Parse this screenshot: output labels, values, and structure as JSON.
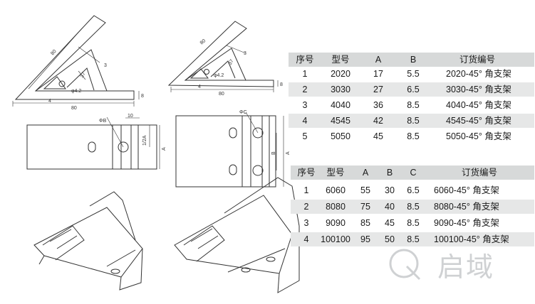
{
  "drawing1": {
    "dims": [
      "80",
      "3",
      "φ4.2",
      "8",
      "80",
      "4",
      "37"
    ]
  },
  "drawing2": {
    "dims": [
      "80",
      "3",
      "φ4.2",
      "8",
      "80",
      "4",
      "37"
    ]
  },
  "drawing3": {
    "dims": [
      "ΦB",
      "10",
      "1/2A",
      "A"
    ]
  },
  "drawing4": {
    "dims": [
      "ΦC",
      "B",
      "A"
    ]
  },
  "table1": {
    "headers": [
      "序号",
      "型号",
      "A",
      "B",
      "订货编号"
    ],
    "rows": [
      {
        "no": "1",
        "model": "2020",
        "a": "17",
        "b": "5.5",
        "order": "2020-45°  角支架"
      },
      {
        "no": "2",
        "model": "3030",
        "a": "27",
        "b": "6.5",
        "order": "3030-45°  角支架"
      },
      {
        "no": "3",
        "model": "4040",
        "a": "36",
        "b": "8.5",
        "order": "4040-45°  角支架"
      },
      {
        "no": "4",
        "model": "4545",
        "a": "42",
        "b": "8.5",
        "order": "4545-45°  角支架"
      },
      {
        "no": "5",
        "model": "5050",
        "a": "45",
        "b": "8.5",
        "order": "5050-45°  角支架"
      }
    ]
  },
  "table2": {
    "headers": [
      "序号",
      "型号",
      "A",
      "B",
      "C",
      "订货编号"
    ],
    "rows": [
      {
        "no": "1",
        "model": "6060",
        "a": "55",
        "b": "30",
        "c": "6.5",
        "order": "6060-45°  角支架"
      },
      {
        "no": "2",
        "model": "8080",
        "a": "75",
        "b": "40",
        "c": "8.5",
        "order": "8080-45°  角支架"
      },
      {
        "no": "3",
        "model": "9090",
        "a": "85",
        "b": "45",
        "c": "8.5",
        "order": "9090-45°  角支架"
      },
      {
        "no": "4",
        "model": "100100",
        "a": "95",
        "b": "50",
        "c": "8.5",
        "order": "100100-45°  角支架"
      }
    ]
  },
  "watermark": {
    "text": "启域"
  },
  "colors": {
    "header_bg": "#d7d9d9",
    "row_shade": "#e6e7e7",
    "line": "#333333",
    "watermark": "#cfd1d3"
  }
}
